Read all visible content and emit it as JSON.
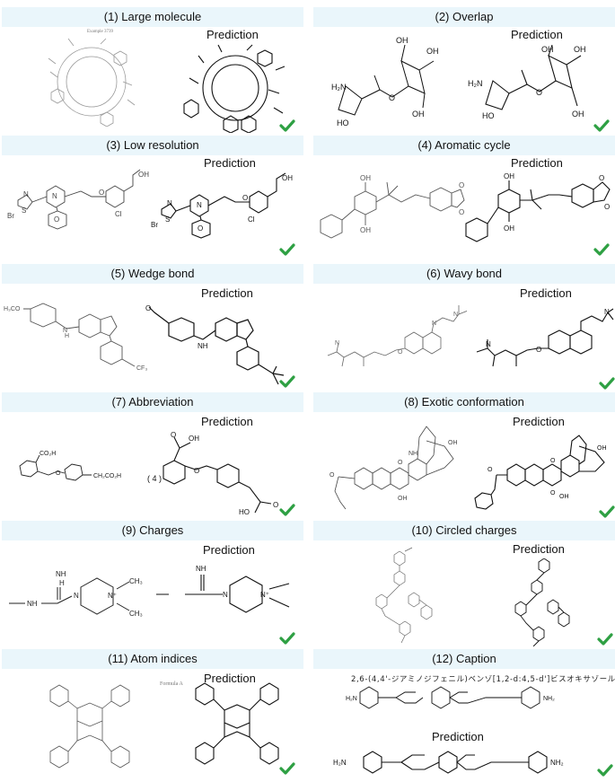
{
  "prediction_label": "Prediction",
  "check_color": "#2ea043",
  "header_color": "#eaf6fb",
  "panels": [
    {
      "title": "(1) Large molecule"
    },
    {
      "title": "(2) Overlap"
    },
    {
      "title": "(3) Low resolution"
    },
    {
      "title": "(4) Aromatic cycle"
    },
    {
      "title": "(5) Wedge bond"
    },
    {
      "title": "(6) Wavy bond"
    },
    {
      "title": "(7) Abbreviation"
    },
    {
      "title": "(8) Exotic conformation"
    },
    {
      "title": "(9) Charges"
    },
    {
      "title": "(10) Circled charges"
    },
    {
      "title": "(11) Atom indices"
    },
    {
      "title": "(12) Caption"
    }
  ],
  "labels": {
    "example": "Example 3739",
    "formula_a": "Formula A",
    "compound_number": "( 4 )",
    "caption_text": "2,6-(4,4'-ジアミノジフェニル)ベンゾ[1,2-d:4,5-d']ビスオキサゾール",
    "atoms": {
      "H2N": "H₂N",
      "NH2": "NH₂",
      "HO": "HO",
      "OH": "OH",
      "O": "O",
      "N": "N",
      "S": "S",
      "Br": "Br",
      "Cl": "Cl",
      "CF3": "CF₃",
      "H3CO": "H₃CO",
      "CO2H": "CO₂H",
      "CH2CO2H": "CH₂CO₂H",
      "NH": "NH",
      "H": "H",
      "N_plus": "N⁺",
      "CH3": "CH₃"
    }
  }
}
